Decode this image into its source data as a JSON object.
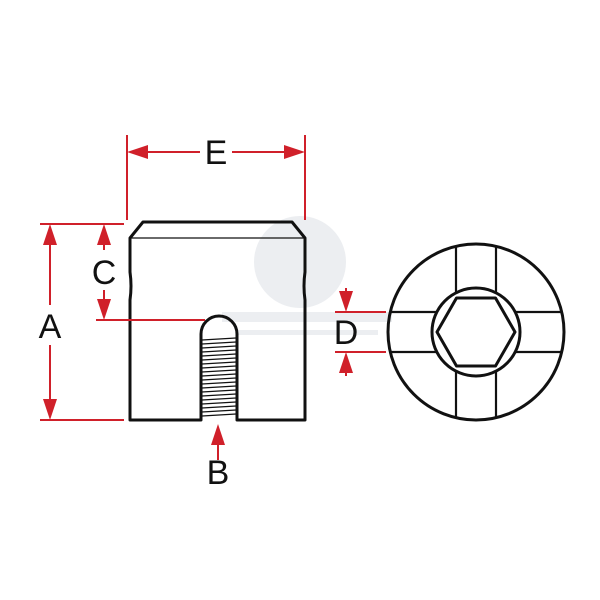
{
  "labels": {
    "a": "A",
    "b": "B",
    "c": "C",
    "d": "D",
    "e": "E"
  },
  "colors": {
    "outline": "#111111",
    "dimension": "#d0202a",
    "background": "#ffffff"
  }
}
